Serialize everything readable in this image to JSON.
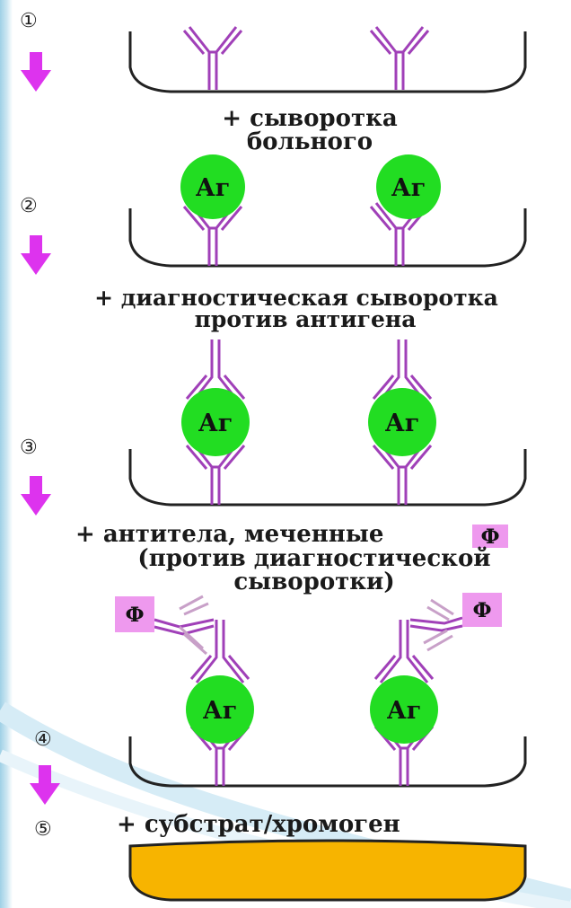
{
  "colors": {
    "antibody": "#a040b8",
    "antigen": "#22dd22",
    "arrow": "#dd33ee",
    "label_box": "#ee99ee",
    "substrate": "#f7b400",
    "well": "#222222"
  },
  "steps": [
    {
      "number": "①",
      "caption_lines": [
        "+ сыворотка",
        "больного"
      ]
    },
    {
      "number": "②",
      "caption_lines": [
        "+ диагностическая сыворотка",
        "против антигена"
      ]
    },
    {
      "number": "③",
      "caption_lines": [
        "+ антитела, меченные",
        "(против диагностической",
        "сыворотки)"
      ]
    },
    {
      "number": "④"
    },
    {
      "number": "⑤",
      "caption_lines": [
        "+ субстрат/хромоген"
      ]
    }
  ],
  "antigen_label": "Аг",
  "enzyme_label": "Ф"
}
